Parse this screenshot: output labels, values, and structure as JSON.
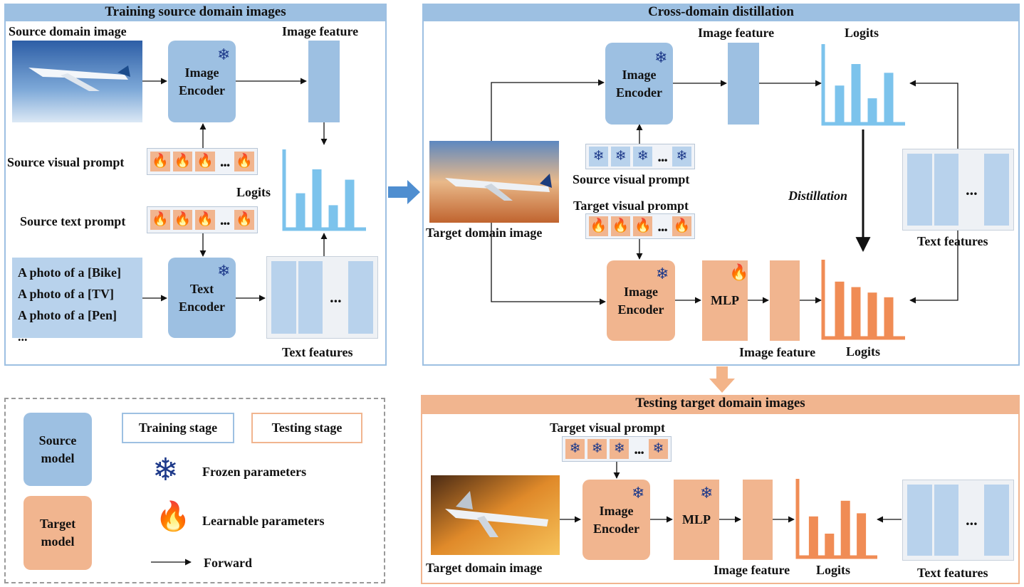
{
  "training": {
    "title": "Training source domain images",
    "source_image_label": "Source domain image",
    "image_feature_label": "Image feature",
    "encoder_image": "Image\nEncoder",
    "encoder_text": "Text\nEncoder",
    "visual_prompt_label": "Source visual prompt",
    "text_prompt_label": "Source text prompt",
    "logits_label": "Logits",
    "text_features_label": "Text features",
    "text_prompts": [
      "A photo of a [Bike]",
      "A photo of a [TV]",
      "A photo of a [Pen]",
      "..."
    ],
    "dots": "..."
  },
  "distill": {
    "title": "Cross-domain distillation",
    "image_feature_label_top": "Image feature",
    "logits_label_top": "Logits",
    "encoder_source": "Image\nEncoder",
    "source_visual_prompt_label": "Source visual prompt",
    "target_visual_prompt_label": "Target visual prompt",
    "target_image_label": "Target domain image",
    "distillation_label": "Distillation",
    "text_features_label": "Text features",
    "encoder_target": "Image\nEncoder",
    "mlp": "MLP",
    "image_feature_label_bottom": "Image feature",
    "logits_label_bottom": "Logits",
    "dots": "..."
  },
  "testing": {
    "title": "Testing target domain images",
    "target_visual_prompt_label": "Target visual prompt",
    "encoder": "Image\nEncoder",
    "mlp": "MLP",
    "target_image_label": "Target domain image",
    "image_feature_label": "Image feature",
    "logits_label": "Logits",
    "text_features_label": "Text features",
    "dots": "..."
  },
  "legend": {
    "source_model": "Source\nmodel",
    "target_model": "Target\nmodel",
    "training_stage": "Training stage",
    "testing_stage": "Testing stage",
    "frozen": "Frozen parameters",
    "learnable": "Learnable parameters",
    "forward": "Forward"
  },
  "colors": {
    "source": "#9dc0e2",
    "target": "#f1b58f",
    "bars_blue": "#7cc3ec",
    "bars_orange": "#f08c55",
    "snowflake": "#1e3a8a",
    "flame": "#e8492a"
  },
  "icons": {
    "frozen": "snowflake-icon",
    "learnable": "flame-icon",
    "arrow": "arrow-right-icon"
  },
  "chart_bars": {
    "training_logits": [
      0.45,
      0.75,
      0.3,
      0.62
    ],
    "distill_top_logits": [
      0.48,
      0.75,
      0.32,
      0.64
    ],
    "distill_bottom_logits": [
      0.72,
      0.65,
      0.58,
      0.52
    ],
    "testing_logits": [
      0.52,
      0.3,
      0.72,
      0.56
    ]
  },
  "glyphs": {
    "snowflake": "❄",
    "flame": "🔥"
  }
}
